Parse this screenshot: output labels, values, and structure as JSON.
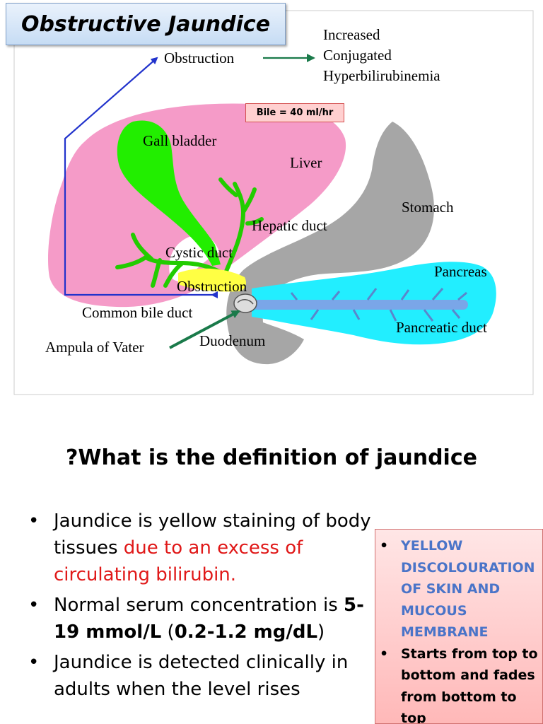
{
  "title": "Obstructive Jaundice",
  "diagram": {
    "labels": {
      "obstruction_top": "Obstruction",
      "result_line1": "Increased",
      "result_line2": "Conjugated",
      "result_line3": "Hyperbilirubinemia",
      "gall_bladder": "Gall bladder",
      "liver": "Liver",
      "stomach": "Stomach",
      "hepatic_duct": "Hepatic duct",
      "cystic_duct": "Cystic duct",
      "pancreas": "Pancreas",
      "obstruction_site": "Obstruction",
      "common_bile_duct": "Common bile duct",
      "pancreatic_duct": "Pancreatic duct",
      "ampula": "Ampula of Vater",
      "duodenum": "Duodenum"
    },
    "bile_rate": "Bile = 40 ml/hr",
    "colors": {
      "liver": "#f59bc8",
      "gall_bladder": "#22ee00",
      "stomach": "#a6a6a6",
      "pancreas": "#22eeff",
      "pancreatic_duct": "#7aa6e8",
      "obstruction": "#ffff44",
      "blue_arrow": "#2233cc",
      "green_arrow": "#1a7a4a"
    }
  },
  "question": "?What is the definition of jaundice",
  "main_points": {
    "p1_a": "Jaundice is yellow staining of body tissues ",
    "p1_red": "due to an excess of circulating bilirubin.",
    "p2_a": "Normal serum concentration is ",
    "p2_b1": "5-19 mmol/L",
    "p2_mid": " (",
    "p2_b2": "0.2-1.2 mg/dL",
    "p2_end": ")",
    "p3": "Jaundice is detected clinically in adults when the level rises"
  },
  "side_box": {
    "item1": "YELLOW DISCOLOURATION OF SKIN AND MUCOUS MEMBRANE",
    "item2": "Starts from top to bottom and fades from bottom to top"
  }
}
